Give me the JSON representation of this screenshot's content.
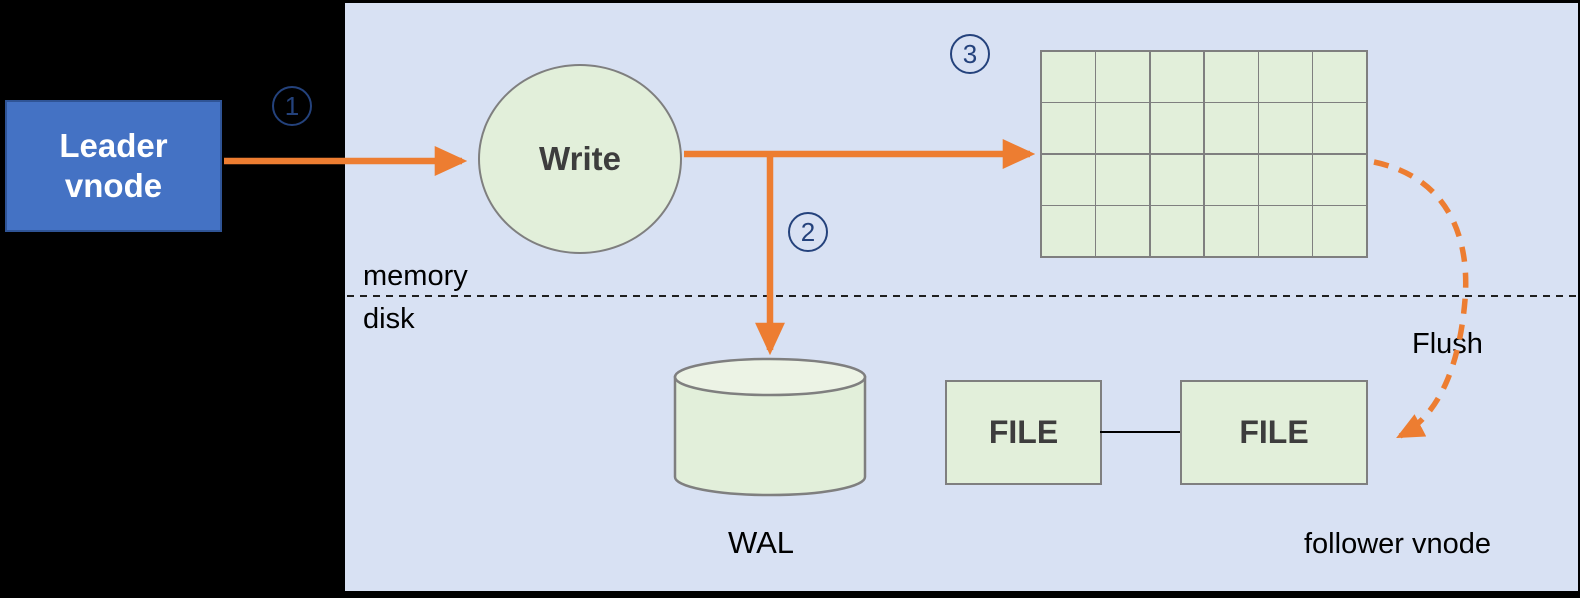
{
  "leader": {
    "line1": "Leader",
    "line2": "vnode"
  },
  "write": {
    "label": "Write"
  },
  "steps": {
    "one": "1",
    "two": "2",
    "three": "3"
  },
  "regions": {
    "memory": "memory",
    "disk": "disk"
  },
  "memtable": {
    "rows": 4,
    "cols": 6
  },
  "wal": {
    "label": "WAL"
  },
  "files": {
    "a": "FILE",
    "b": "FILE"
  },
  "flush": {
    "label": "Flush"
  },
  "panel": {
    "follower_label": "follower vnode"
  },
  "colors": {
    "background": "#000000",
    "panel_bg": "#d8e1f3",
    "leader_fill": "#4472c4",
    "shape_fill": "#e2efda",
    "shape_stroke": "#7f7f7f",
    "arrow": "#ed7d31",
    "step": "#24427c"
  }
}
